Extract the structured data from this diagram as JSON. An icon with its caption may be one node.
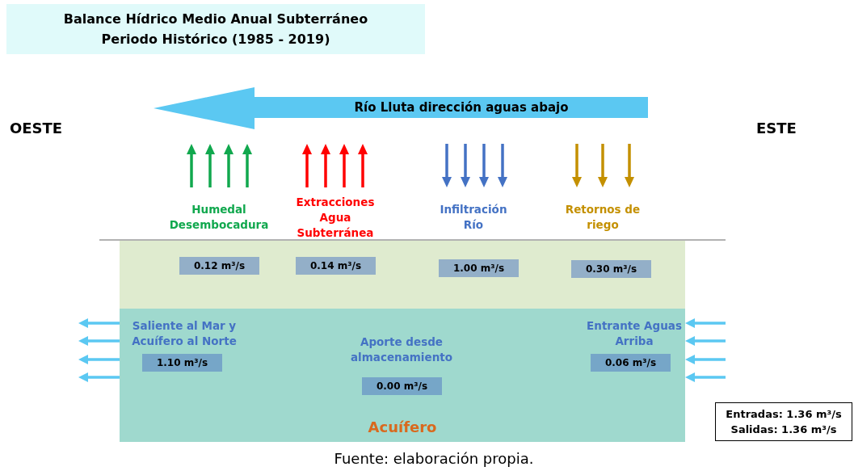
{
  "diagram": {
    "title": "Balance Hídrico Medio Anual Subterráneo Periodo Histórico (1985 - 2019)",
    "caption": "Fuente: elaboración propia.",
    "nodes": [
      {
        "text": [
          "Río Lluta dirección aguas abajo"
        ]
      },
      {
        "text": [],
        "shape": "box"
      },
      {
        "text": [
          "0.12 m³/s"
        ],
        "in": 1
      },
      {
        "text": [
          "0.14 m³/s"
        ],
        "in": 1
      },
      {
        "text": [
          "1.00 m³/s"
        ],
        "in": 1
      },
      {
        "text": [
          "0.30 m³/s"
        ],
        "in": 1
      },
      {
        "text": [
          "Acuífero"
        ]
      },
      {
        "text": [
          "1.10 m³/s"
        ],
        "in": 6,
        "beside": [
          "Saliente al Mar y Acuífero al Norte"
        ]
      },
      {
        "text": [
          "0.00 m³/s"
        ],
        "in": 6,
        "beside": [
          "Aporte desde almacenamiento"
        ]
      },
      {
        "text": [
          "0.06 m³/s"
        ],
        "in": 6,
        "beside": [
          "Entrante Aguas Arriba"
        ]
      },
      {
        "text": [
          "Entradas: 1.36 m³/s",
          "Salidas: 1.36 m³/s"
        ]
      }
    ],
    "labels": [
      "OESTE",
      "ESTE",
      "Humedal Desembocadura",
      "Extracciones Agua Subterránea",
      "Infiltración Río",
      "Retornos de riego"
    ]
  }
}
